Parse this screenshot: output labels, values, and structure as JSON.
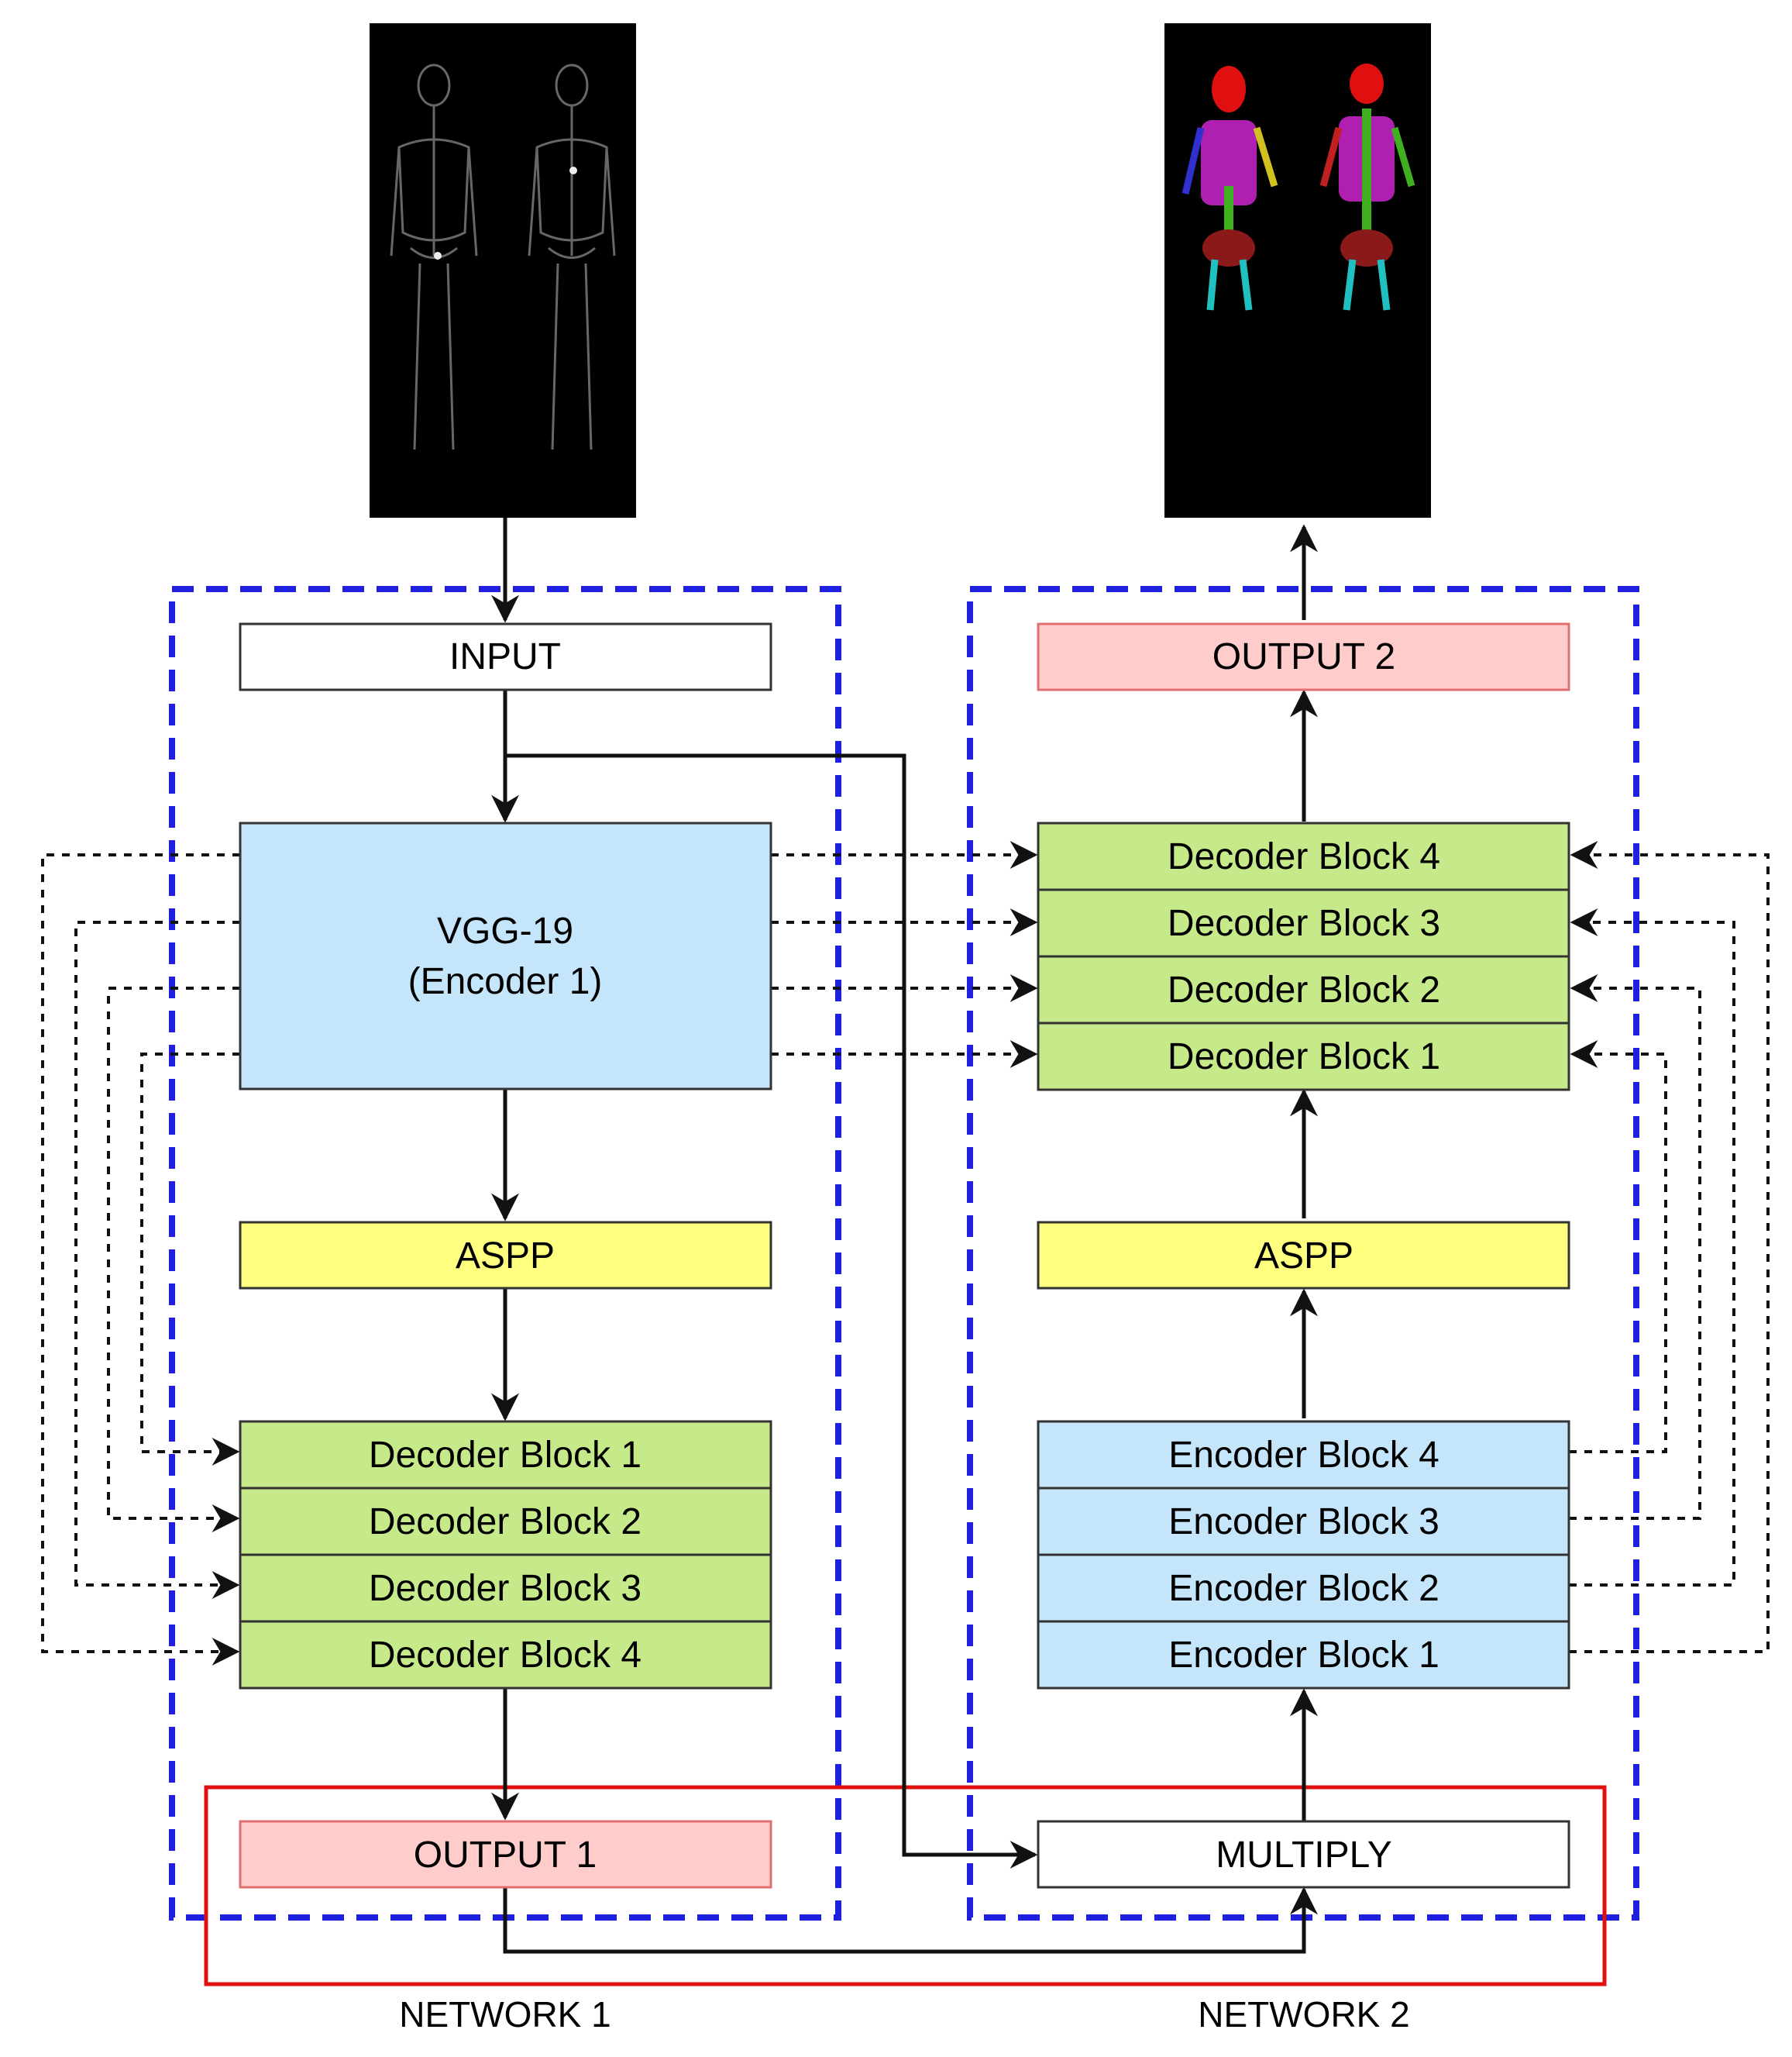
{
  "colors": {
    "network_border": "#1f1fe0",
    "red_border": "#e01010",
    "encoder_blue": "#c5e6fa",
    "decoder_green": "#c6e98a",
    "aspp_yellow": "#ffff80",
    "output_pink": "#ffcccc",
    "plain_white": "#ffffff",
    "image_black": "#000000"
  },
  "icons": {
    "input_image": "bone-scan-scintigraphy-image",
    "output_image": "segmented-skeleton-image"
  },
  "network1": {
    "caption": "NETWORK 1",
    "input": "INPUT",
    "encoder_line1": "VGG-19",
    "encoder_line2": "(Encoder 1)",
    "aspp": "ASPP",
    "decoder_blocks": [
      "Decoder Block 1",
      "Decoder Block 2",
      "Decoder Block 3",
      "Decoder Block 4"
    ],
    "output": "OUTPUT 1"
  },
  "network2": {
    "caption": "NETWORK 2",
    "output": "OUTPUT 2",
    "decoder_blocks": [
      "Decoder Block 4",
      "Decoder Block 3",
      "Decoder Block 2",
      "Decoder Block 1"
    ],
    "aspp": "ASPP",
    "encoder_blocks": [
      "Encoder Block 4",
      "Encoder Block 3",
      "Encoder Block 2",
      "Encoder Block 1"
    ],
    "multiply": "MULTIPLY"
  }
}
